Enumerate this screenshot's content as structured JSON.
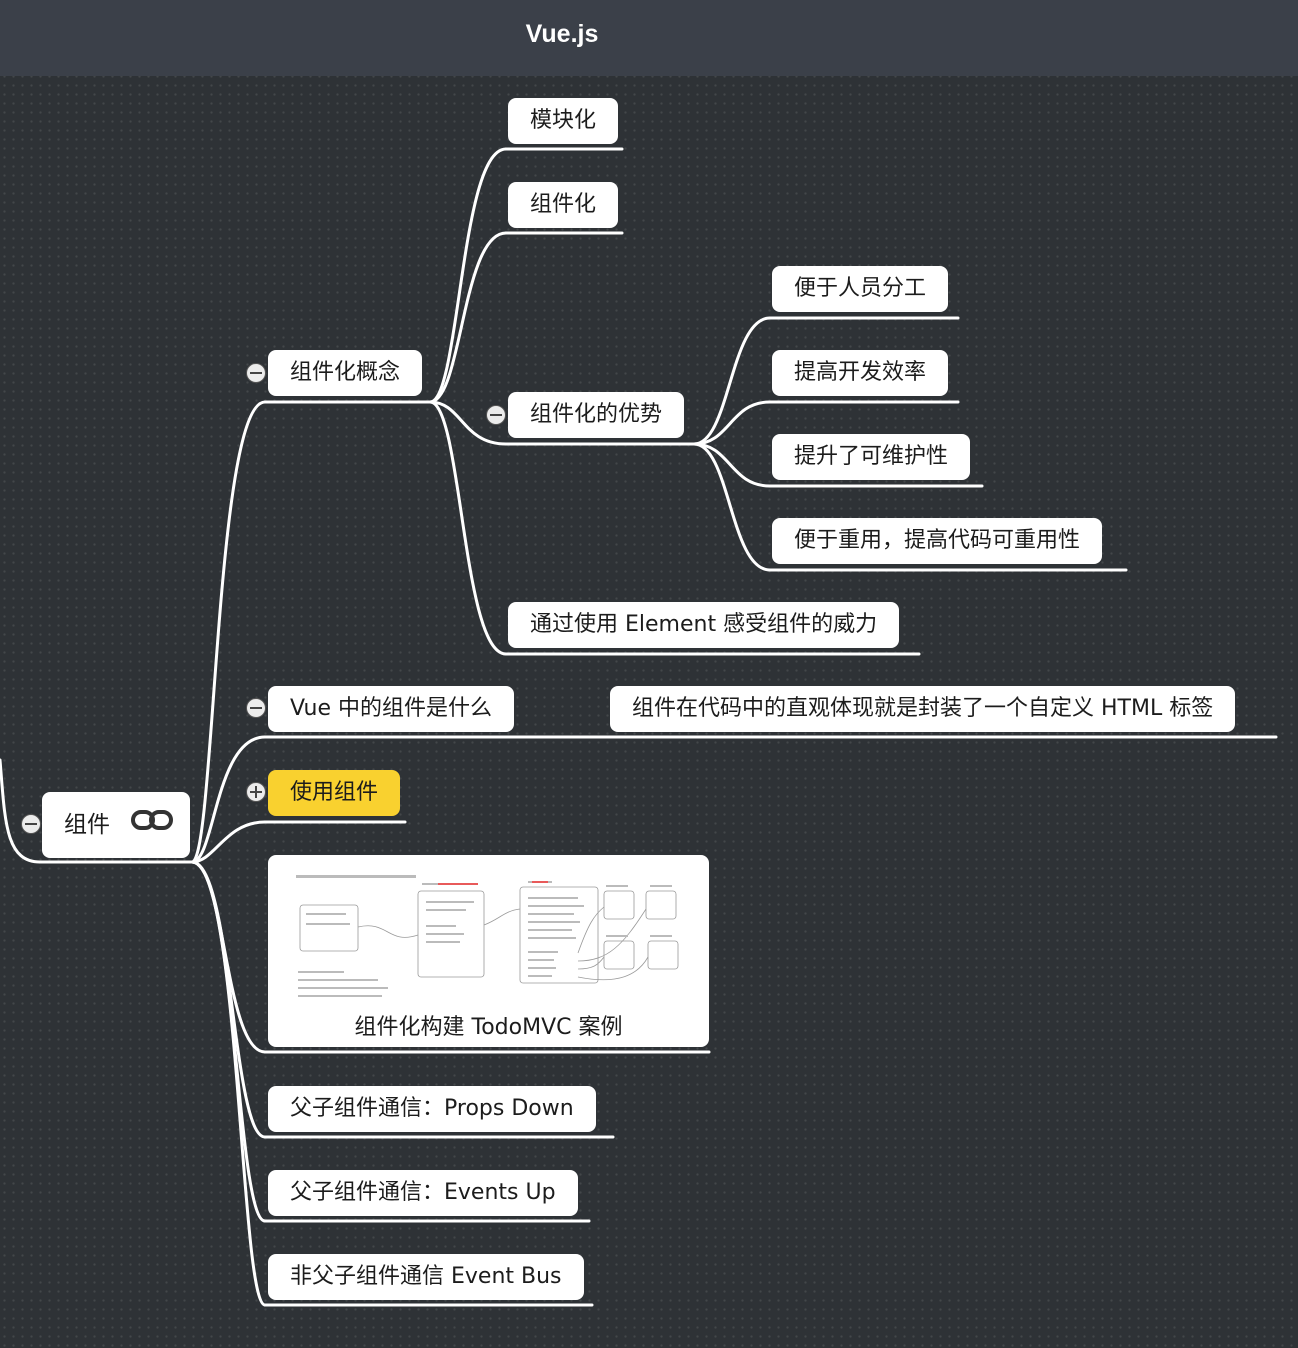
{
  "app_title": "Vue.js",
  "root": {
    "label": "组件",
    "icon": "link-icon"
  },
  "nodes": {
    "concept": "组件化概念",
    "modular": "模块化",
    "componentization": "组件化",
    "advantages": "组件化的优势",
    "adv_division": "便于人员分工",
    "adv_efficiency": "提高开发效率",
    "adv_maintain": "提升了可维护性",
    "adv_reuse": "便于重用，提高代码可重用性",
    "element": "通过使用 Element 感受组件的威力",
    "what_is": "Vue 中的组件是什么",
    "what_is_answer": "组件在代码中的直观体现就是封装了一个自定义 HTML 标签",
    "use": "使用组件",
    "todomvc": "组件化构建 TodoMVC 案例",
    "props_down": "父子组件通信：Props Down",
    "events_up": "父子组件通信：Events Up",
    "event_bus": "非父子组件通信 Event Bus"
  },
  "colors": {
    "background": "#2e3236",
    "titlebar": "#3b4049",
    "node": "#ffffff",
    "highlight": "#f9d12f",
    "line": "#ffffff"
  }
}
